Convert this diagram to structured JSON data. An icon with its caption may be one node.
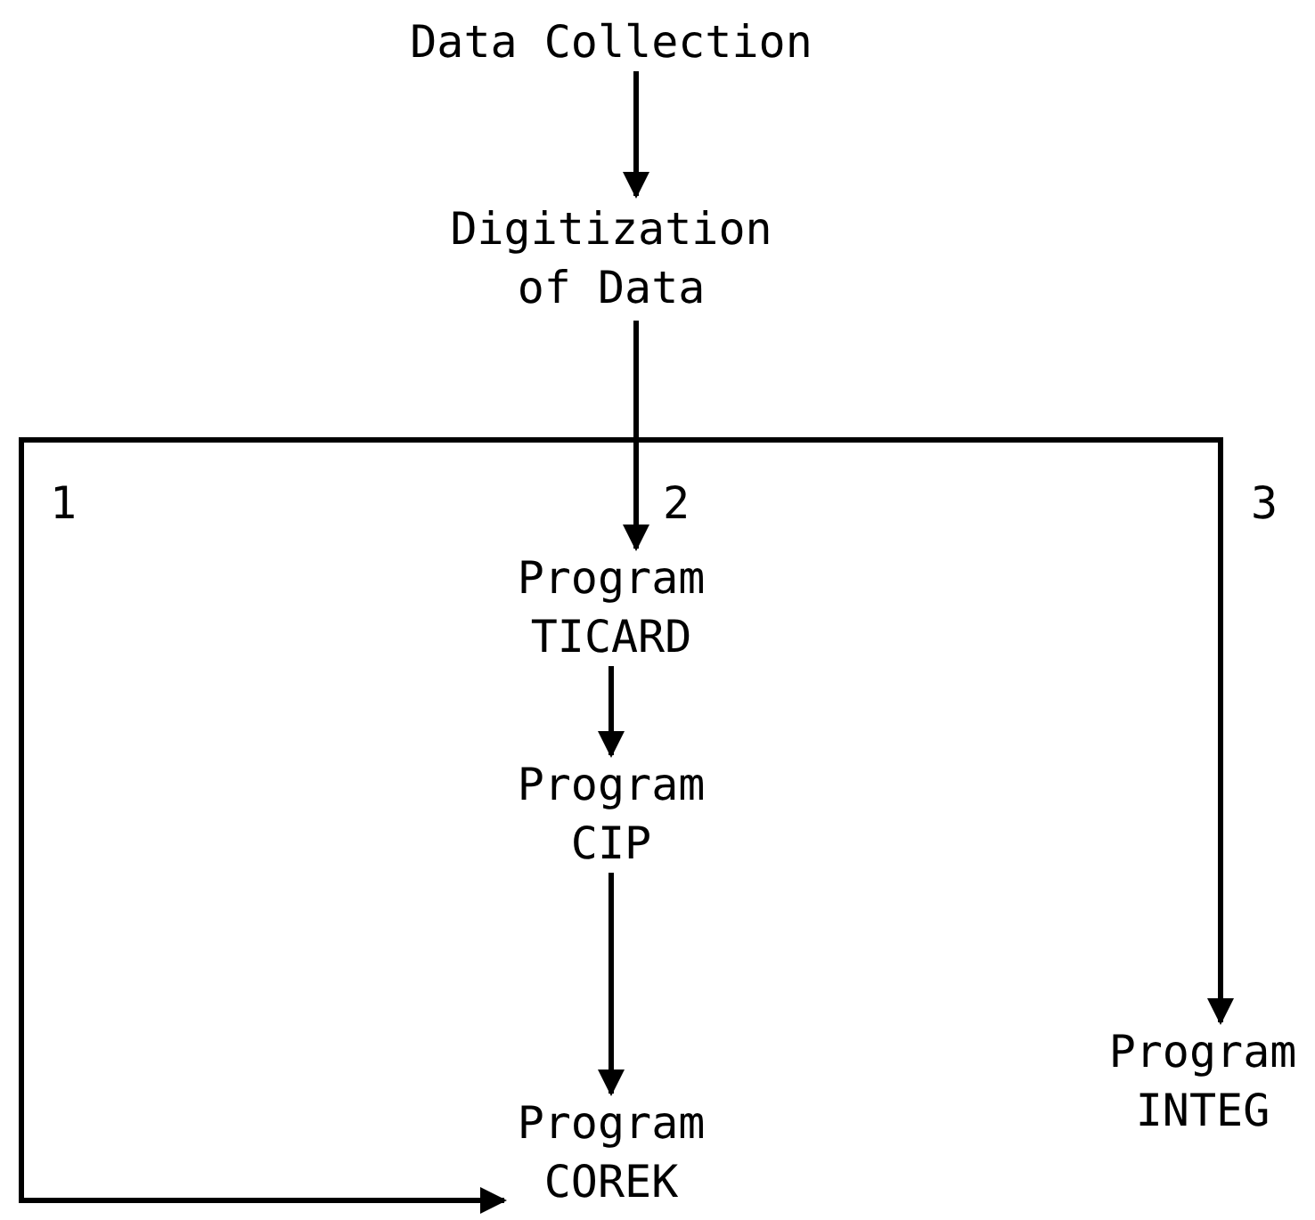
{
  "diagram": {
    "nodes": [
      {
        "text": [
          "Data Collection"
        ]
      },
      {
        "text": [
          "Digitization of Data"
        ]
      },
      {
        "text": [
          "Program TICARD"
        ]
      },
      {
        "text": [
          "Program CIP"
        ]
      },
      {
        "text": [
          "Program COREK"
        ]
      },
      {
        "text": [
          "Program INTEG"
        ]
      }
    ],
    "edges": [
      {
        "from": 0,
        "to": 1,
        "arrow": "to"
      },
      {
        "from": 1,
        "to": 4,
        "arrow": "to",
        "label": "1"
      },
      {
        "from": 1,
        "to": 2,
        "arrow": "to",
        "label": "2"
      },
      {
        "from": 1,
        "to": 5,
        "arrow": "to",
        "label": "3"
      },
      {
        "from": 2,
        "to": 3,
        "arrow": "to"
      },
      {
        "from": 3,
        "to": 4,
        "arrow": "to"
      }
    ]
  }
}
